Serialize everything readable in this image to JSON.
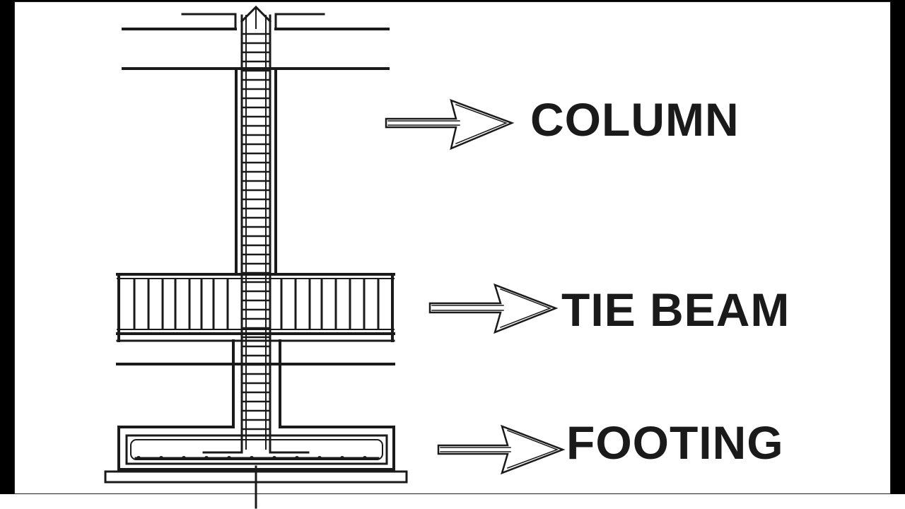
{
  "labels": {
    "column": "COLUMN",
    "tie_beam": "TIE BEAM",
    "footing": "FOOTING"
  },
  "colors": {
    "line": "#1a1a1a",
    "background": "#ffffff",
    "border": "#000000"
  }
}
